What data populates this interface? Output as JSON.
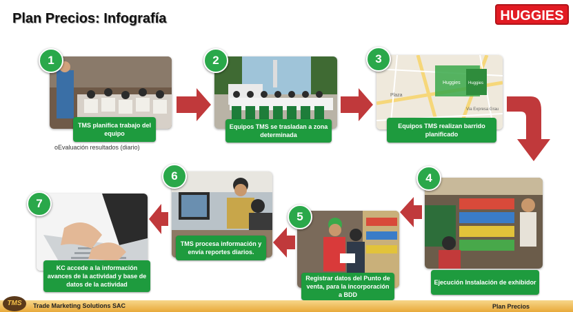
{
  "title": "Plan Precios: Infografía",
  "logo_text": "HUGGIES",
  "colors": {
    "label_green": "#1e9b3e",
    "arrow_red": "#c0393b",
    "number_green": "#2aa84a"
  },
  "steps": [
    {
      "number": "1",
      "label": "TMS planifica trabajo del equipo"
    },
    {
      "number": "2",
      "label": "Equipos TMS se trasladan a zona determinada"
    },
    {
      "number": "3",
      "label": "Equipos TMS  realizan barrido planificado"
    },
    {
      "number": "4",
      "label": "Ejecución Instalación de exhibidor"
    },
    {
      "number": "5",
      "label": "Registrar datos del Punto de venta, para la incorporación a  BDD"
    },
    {
      "number": "6",
      "label": "TMS procesa información y envía reportes diarios."
    },
    {
      "number": "7",
      "label": "KC accede a la información avances de la actividad  y base de datos de la actividad"
    }
  ],
  "note": "oEvaluación  resultados (diario)",
  "map_labels": [
    "Huggies",
    "Huggies",
    "Plaza",
    "Via Expresa Grau"
  ],
  "footer": {
    "company": "Trade Marketing Solutions SAC",
    "section": "Plan Precios",
    "badge": "TMS"
  }
}
